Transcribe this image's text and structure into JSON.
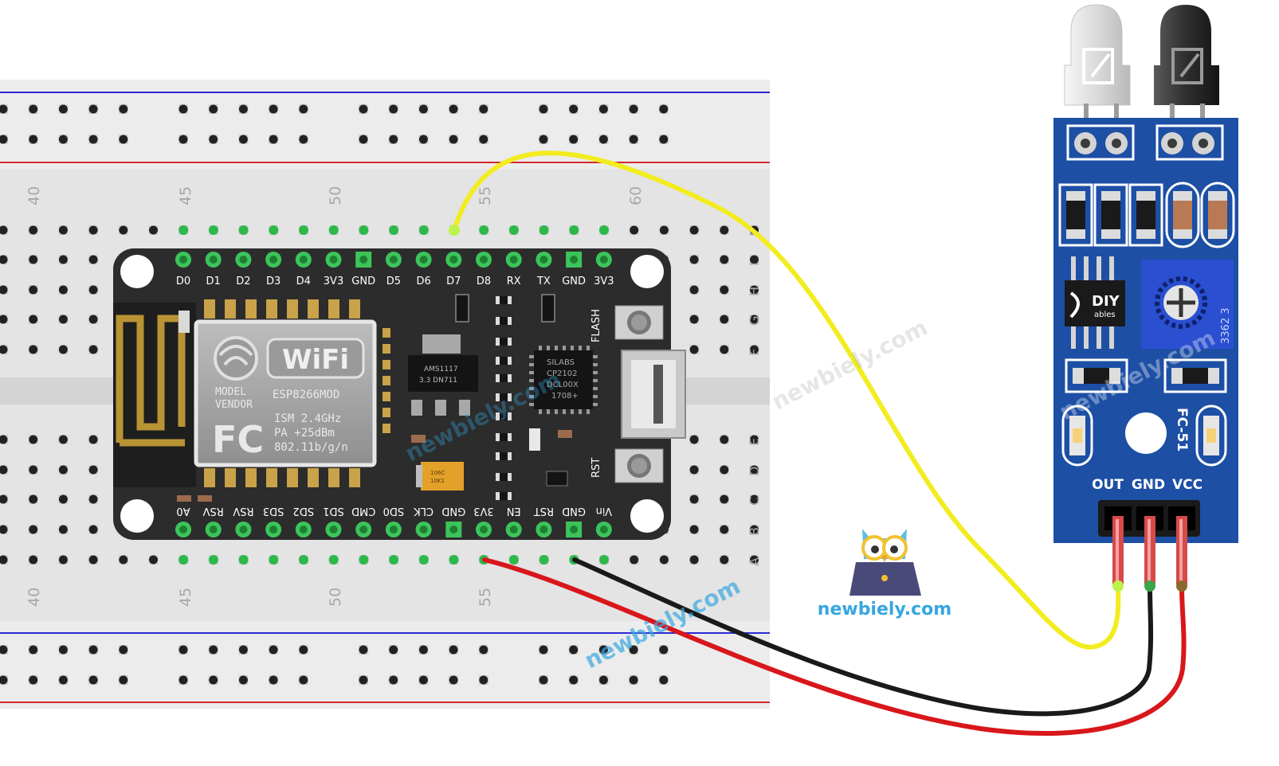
{
  "breadboard": {
    "column_numbers": [
      "40",
      "45",
      "50",
      "55",
      "60"
    ],
    "row_letters_top": [
      "J",
      "I",
      "H",
      "G",
      "F"
    ],
    "row_letters_bottom": [
      "E",
      "D",
      "C",
      "B",
      "A"
    ]
  },
  "esp": {
    "top_pins": [
      "D0",
      "D1",
      "D2",
      "D3",
      "D4",
      "3V3",
      "GND",
      "D5",
      "D6",
      "D7",
      "D8",
      "RX",
      "TX",
      "GND",
      "3V3"
    ],
    "bottom_pins": [
      "A0",
      "RSV",
      "RSV",
      "SD3",
      "SD2",
      "SD1",
      "CMD",
      "SD0",
      "CLK",
      "GND",
      "3V3",
      "EN",
      "RST",
      "GND",
      "Vin"
    ],
    "wifi_logo": "WiFi",
    "model_label": "MODEL",
    "vendor_label": "VENDOR",
    "model_value": "ESP8266MOD",
    "fc_logo": "FC",
    "spec_lines": [
      "ISM 2.4GHz",
      "PA  +25dBm",
      "802.11b/g/n"
    ],
    "regulator_lines": [
      "AMS1117",
      "3.3  DN711"
    ],
    "usb_chip_lines": [
      "SILABS",
      "CP2102",
      "DCL00X",
      "1708+"
    ],
    "flash_label": "FLASH",
    "rst_label": "RST",
    "cap_lines": [
      "106C",
      "10K1"
    ]
  },
  "sensor": {
    "pin_labels": [
      "OUT",
      "GND",
      "VCC"
    ],
    "model": "FC-51",
    "brand": "DIY",
    "brand_sub": "ables",
    "pot_code": "3362 3"
  },
  "wires": [
    {
      "name": "OUT to D7",
      "color": "#f2ec20"
    },
    {
      "name": "GND to GND",
      "color": "#1a1a1a"
    },
    {
      "name": "VCC to 3V3",
      "color": "#d8171b"
    }
  ],
  "watermarks": [
    "newbiely.com",
    "newbiely.com",
    "newbiely.com",
    "newbiely.com"
  ],
  "logo_text": "newbiely.com",
  "colors": {
    "board_pcb": "#2c2c2c",
    "sensor_pcb": "#1d4fa5",
    "breadboard": "#e4e4e4",
    "rail_red": "#d32a2a",
    "rail_blue": "#2a2ad3",
    "pin_green": "#2db84a",
    "watermark": "#36a6e0"
  }
}
